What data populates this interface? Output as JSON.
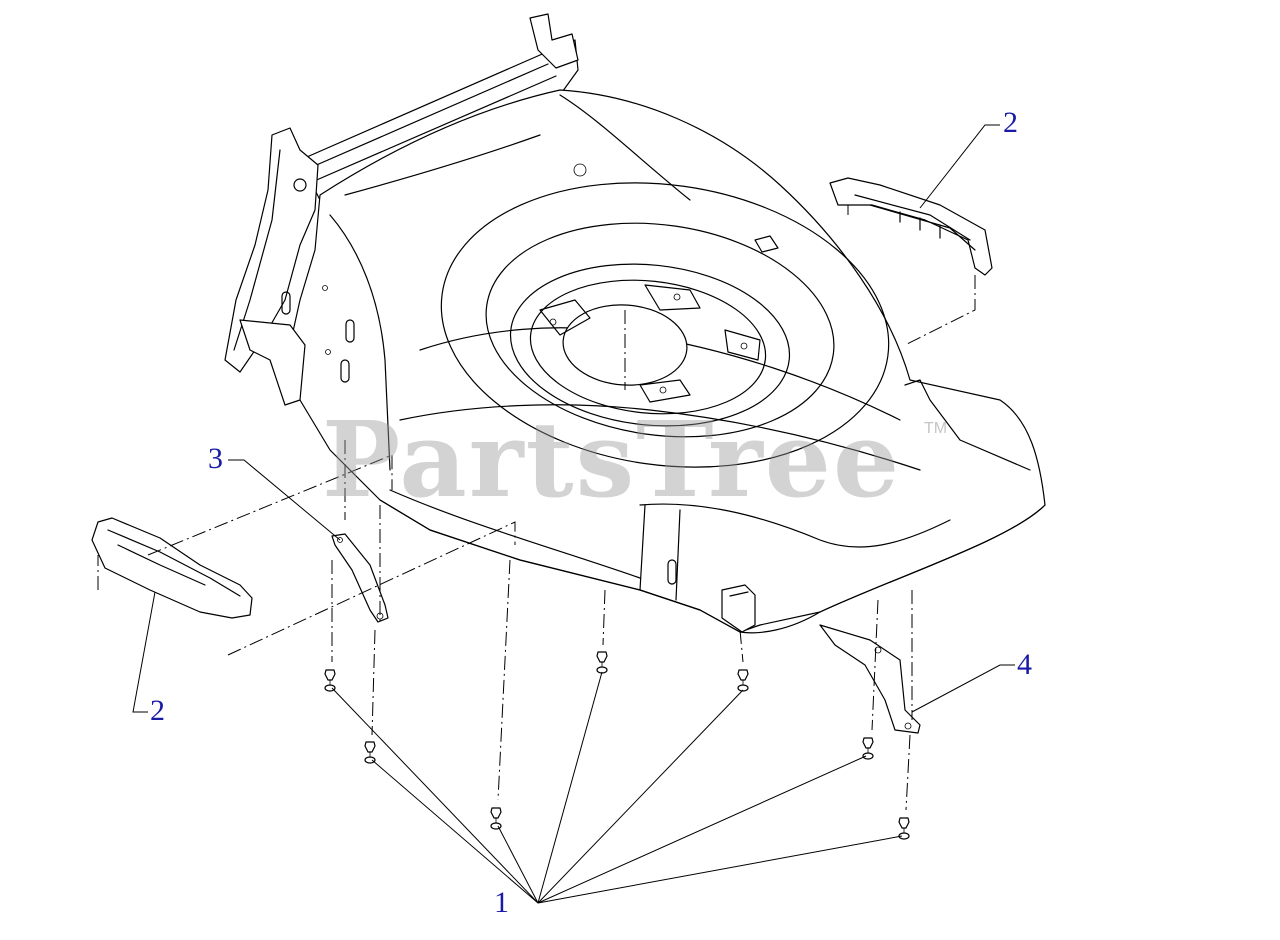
{
  "diagram": {
    "callouts": [
      {
        "id": "part-2-right",
        "label": "2"
      },
      {
        "id": "part-2-left",
        "label": "2"
      },
      {
        "id": "part-3",
        "label": "3"
      },
      {
        "id": "part-4",
        "label": "4"
      },
      {
        "id": "part-1",
        "label": "1"
      }
    ],
    "callout_color": "#1a1aa6",
    "line_color": "#000000",
    "watermark": {
      "text": "PartsTree",
      "trademark": "TM"
    }
  }
}
